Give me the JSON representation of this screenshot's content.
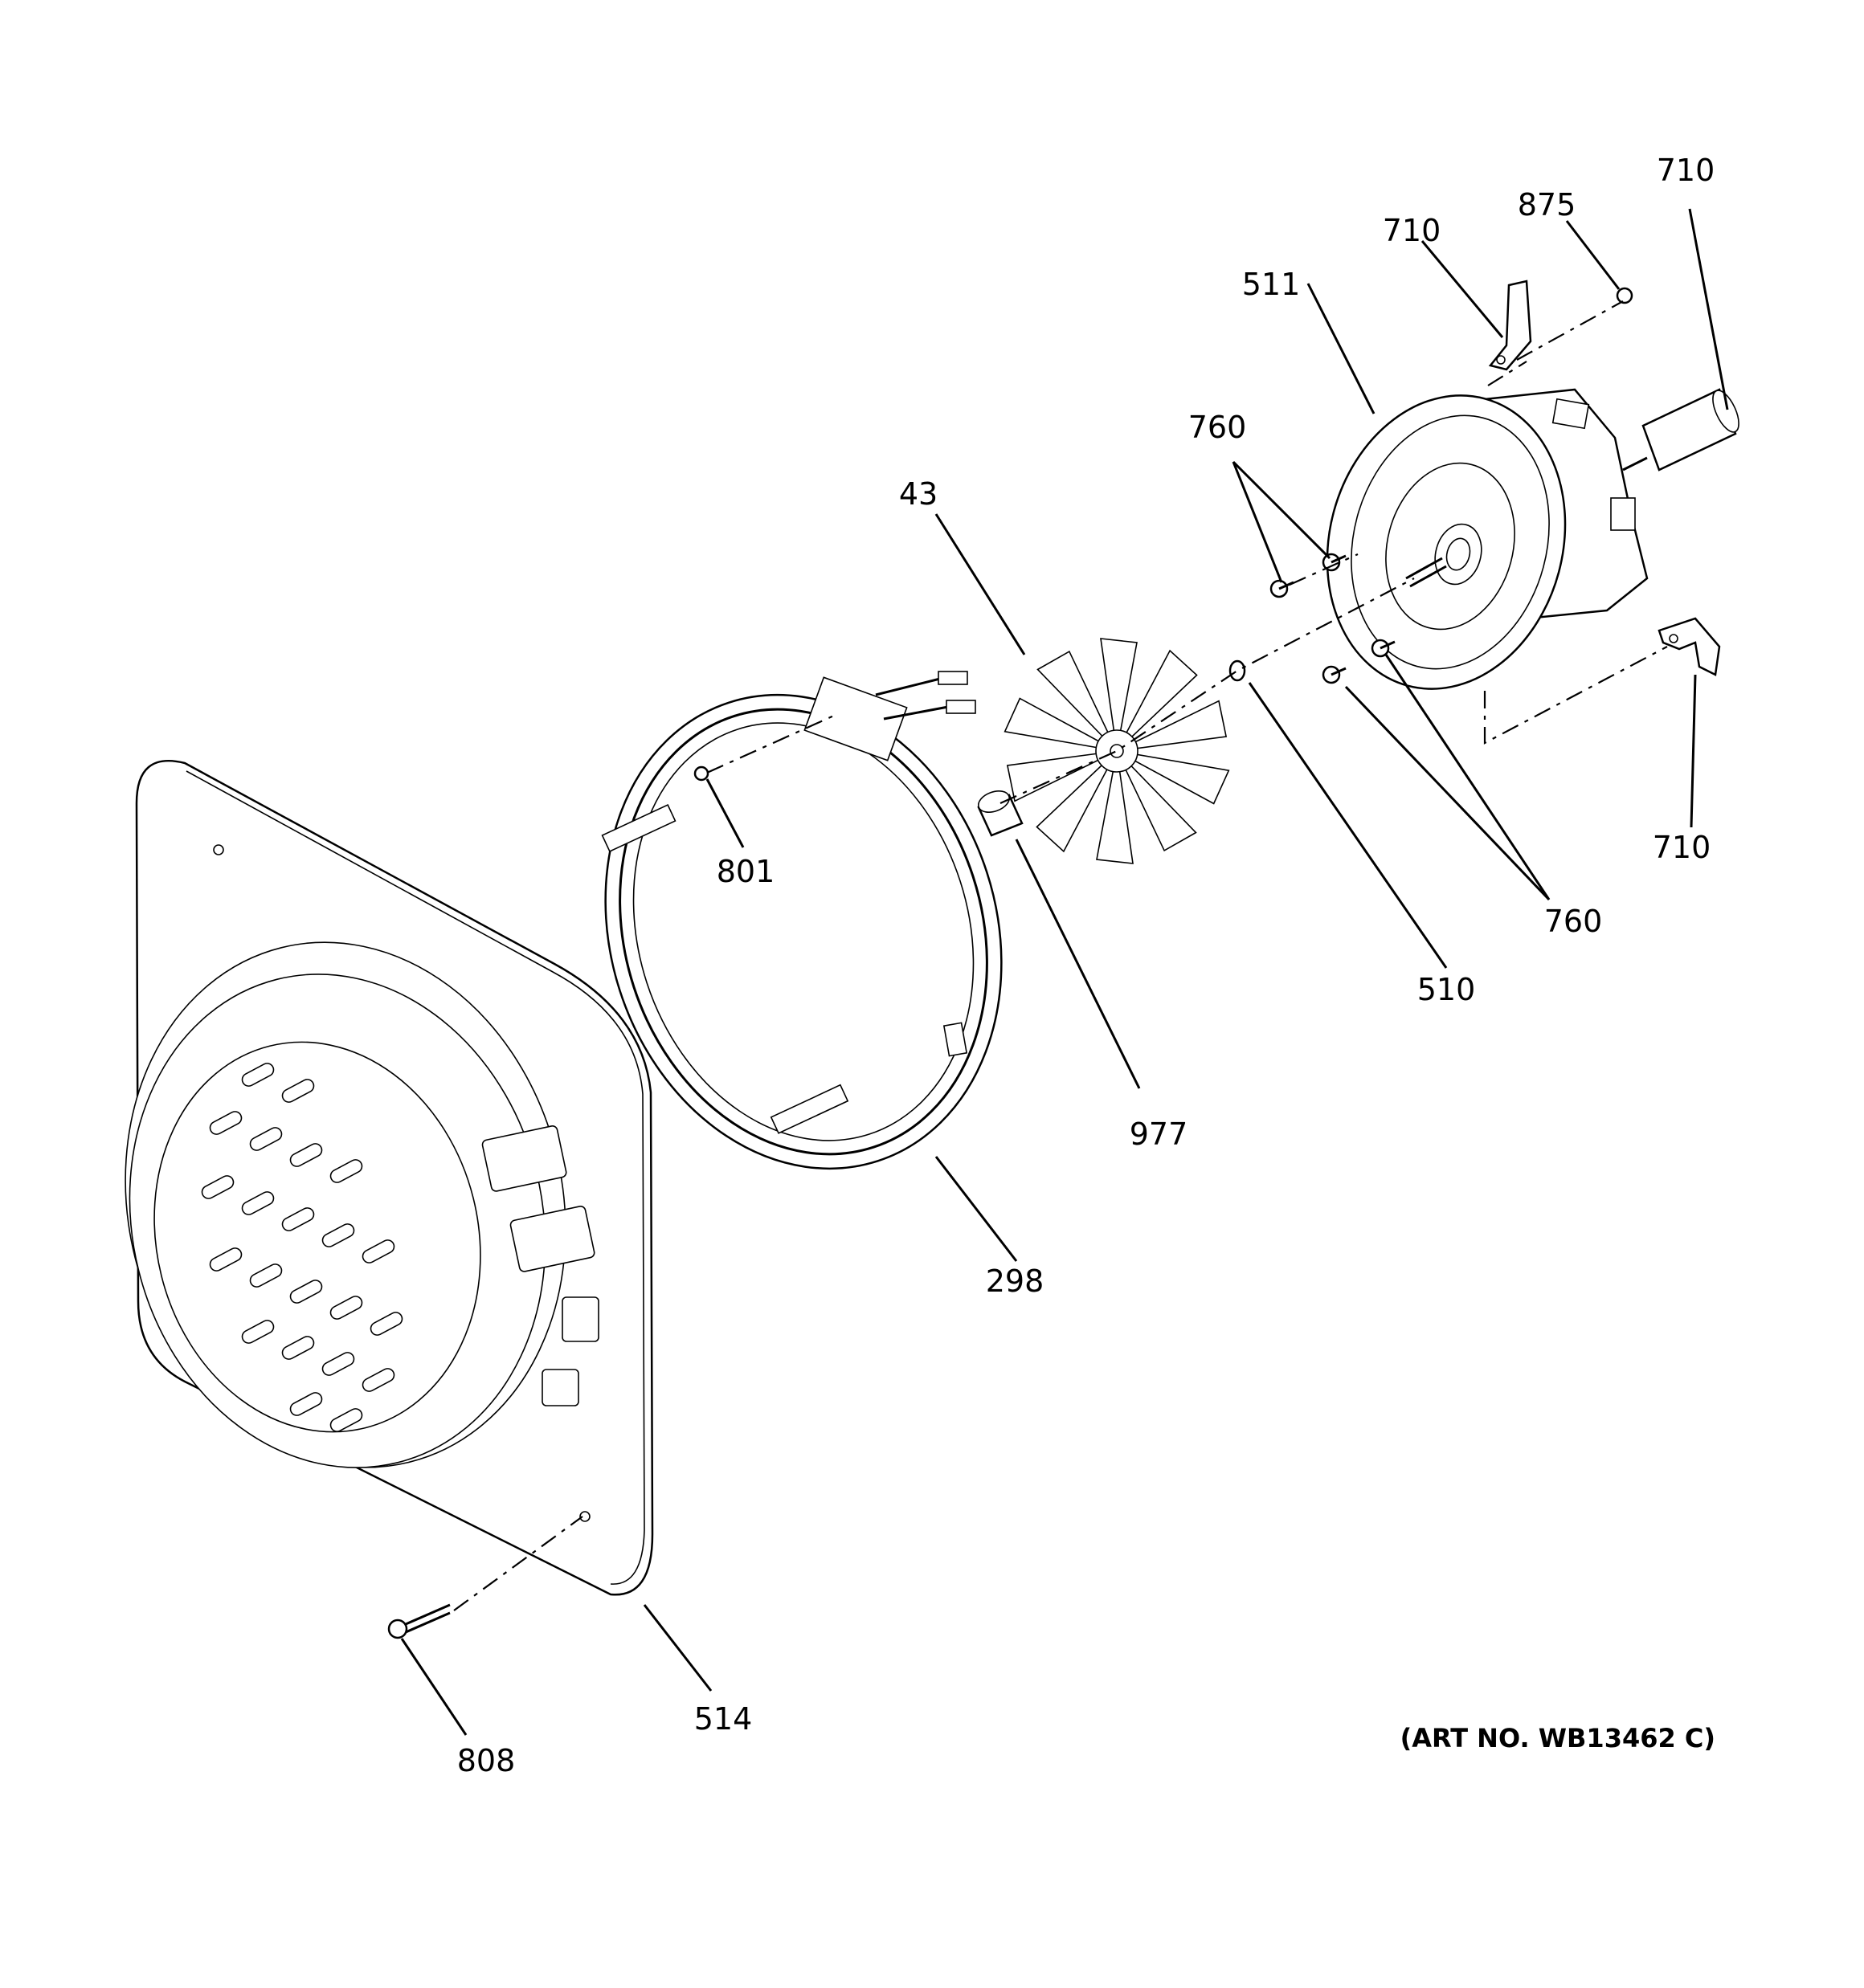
{
  "diagram": {
    "callouts": [
      "710",
      "875",
      "710",
      "511",
      "760",
      "43",
      "801",
      "710",
      "760",
      "510",
      "977",
      "298",
      "514",
      "808"
    ],
    "art_number": "(ART NO. WB13462 C)"
  }
}
